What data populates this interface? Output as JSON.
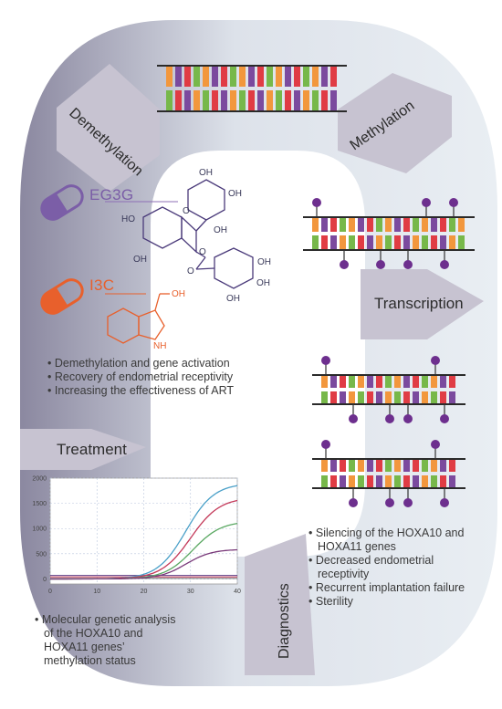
{
  "stages": {
    "demethylation": "Demethylation",
    "methylation": "Methylation",
    "transcription": "Transcription",
    "treatment": "Treatment",
    "diagnostics": "Diagnostics"
  },
  "drugs": [
    {
      "label": "EG3G",
      "color": "#7b5ea7"
    },
    {
      "label": "I3C",
      "color": "#e8602c"
    }
  ],
  "molecules": {
    "eg3g_groups": [
      "OH",
      "OH",
      "OH",
      "HO",
      "O",
      "OH",
      "O",
      "O",
      "OH",
      "OH",
      "OH"
    ],
    "i3c_groups": [
      "OH",
      "NH"
    ]
  },
  "treatment_effects": [
    "Demethylation and gene activation",
    "Recovery of endometrial receptivity",
    "Increasing the effectiveness of ART"
  ],
  "diagnostics_effects": [
    "Silencing of the HOXA10 and HOXA11 genes",
    "Decreased endometrial receptivity",
    "Recurrent implantation failure",
    "Sterility"
  ],
  "analysis_text": [
    "Molecular genetic analysis of the HOXA10 and HOXA11 genes’ methylation status"
  ],
  "chart_data": {
    "type": "line",
    "title": "",
    "xlabel": "",
    "ylabel": "",
    "x_ticks": [
      "0",
      "10",
      "20",
      "30",
      "40"
    ],
    "y_ticks": [
      "0",
      "500",
      "1000",
      "1500",
      "2000"
    ],
    "xlim": [
      0,
      40
    ],
    "ylim": [
      -100,
      2000
    ],
    "grid": true,
    "curves": [
      {
        "color": "#4aa0c8",
        "baseline": 0,
        "plateau": 1900,
        "midpoint": 29,
        "steepness": 0.33
      },
      {
        "color": "#c43a5a",
        "baseline": 0,
        "plateau": 1620,
        "midpoint": 30,
        "steepness": 0.32
      },
      {
        "color": "#5aa862",
        "baseline": 0,
        "plateau": 1150,
        "midpoint": 30.5,
        "steepness": 0.33
      },
      {
        "color": "#7a3a7a",
        "baseline": 0,
        "plateau": 590,
        "midpoint": 29,
        "steepness": 0.36
      }
    ],
    "flat_lines": [
      {
        "color": "#5b3b85",
        "y": 70
      },
      {
        "color": "#c43a5a",
        "y": 40
      },
      {
        "color": "#6a6a6a",
        "y": 10
      }
    ]
  },
  "colors": {
    "purple": "#7b4a9e",
    "orange": "#f2973d",
    "green": "#77b84a",
    "red": "#e03c44",
    "track_dark": "#8e8ba3",
    "track_light": "#e3e8ee",
    "chevron": "#c7c3d1"
  }
}
